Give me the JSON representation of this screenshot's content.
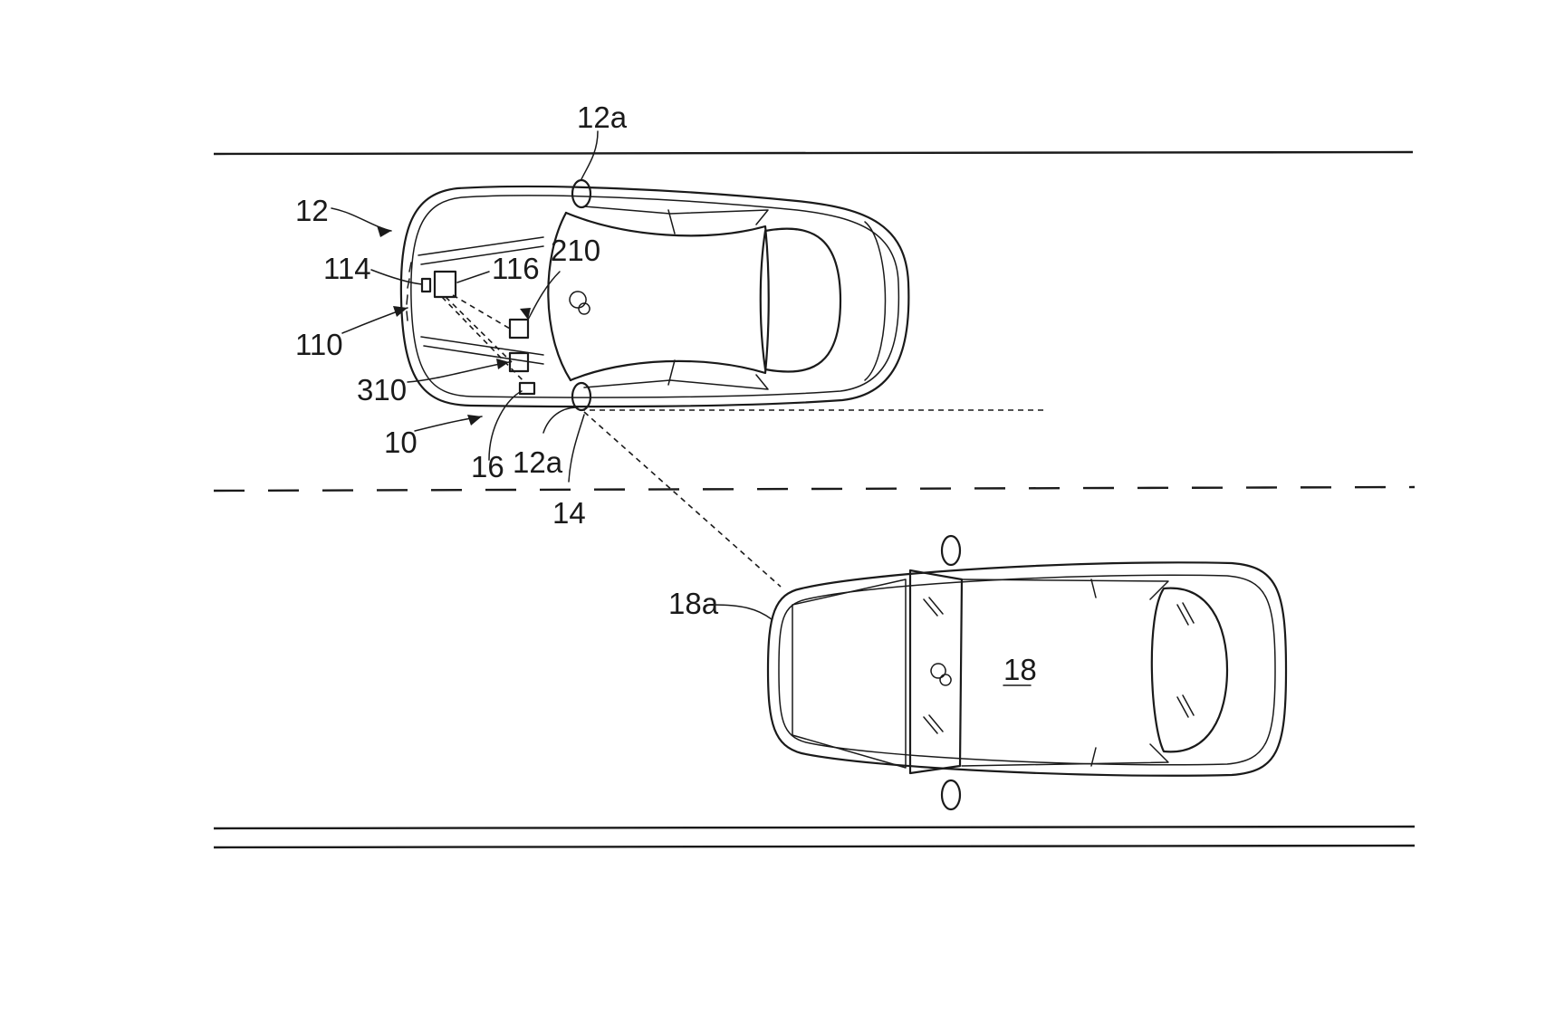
{
  "labels": {
    "mirror_top": "12a",
    "vehicle_body": "12",
    "item_114": "114",
    "item_116": "116",
    "item_210": "210",
    "item_110": "110",
    "item_310": "310",
    "vehicle": "10",
    "item_16": "16",
    "mirror_bottom": "12a",
    "item_14": "14",
    "other_vehicle_body": "18a",
    "other_vehicle": "18"
  }
}
